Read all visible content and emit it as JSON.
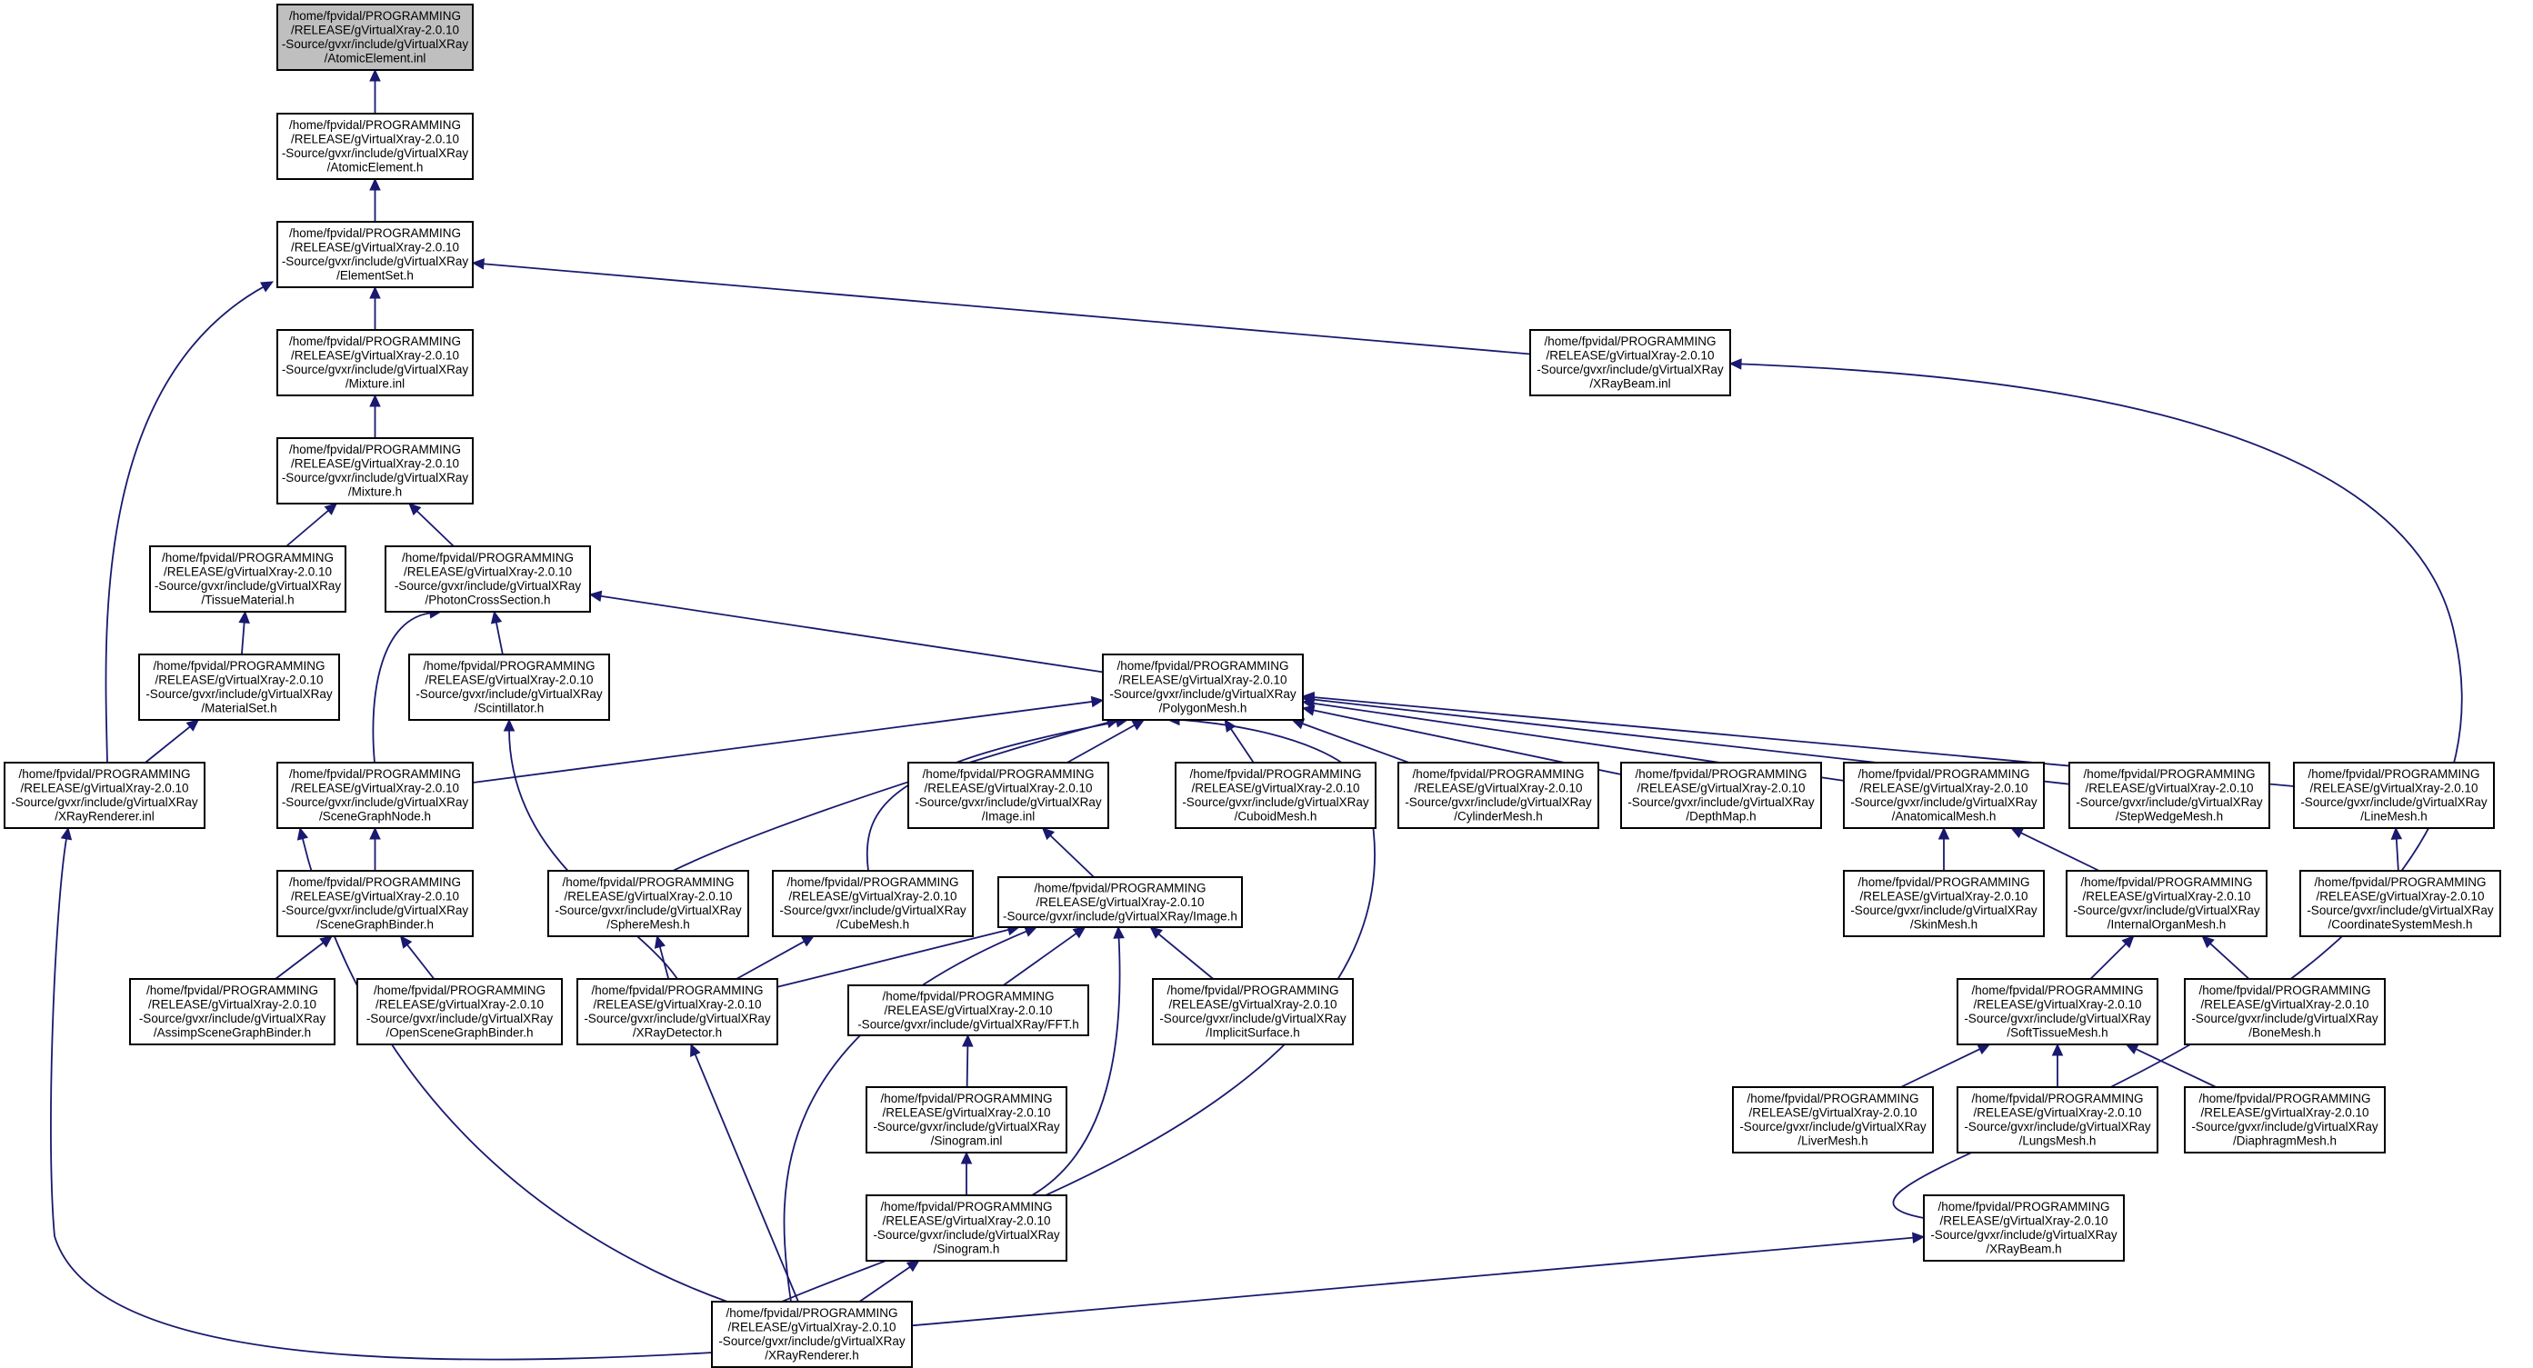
{
  "colors": {
    "edge": "#191970",
    "root_fill": "#bfbfbf",
    "node_fill": "#ffffff"
  },
  "nodes": [
    {
      "id": "atomicinl",
      "root": true,
      "lines": [
        "/home/fpvidal/PROGRAMMING",
        "/RELEASE/gVirtualXray-2.0.10",
        "-Source/gvxr/include/gVirtualXRay",
        "/AtomicElement.inl"
      ]
    },
    {
      "id": "atomich",
      "lines": [
        "/home/fpvidal/PROGRAMMING",
        "/RELEASE/gVirtualXray-2.0.10",
        "-Source/gvxr/include/gVirtualXRay",
        "/AtomicElement.h"
      ]
    },
    {
      "id": "elementset",
      "lines": [
        "/home/fpvidal/PROGRAMMING",
        "/RELEASE/gVirtualXray-2.0.10",
        "-Source/gvxr/include/gVirtualXRay",
        "/ElementSet.h"
      ]
    },
    {
      "id": "mixtureinl",
      "lines": [
        "/home/fpvidal/PROGRAMMING",
        "/RELEASE/gVirtualXray-2.0.10",
        "-Source/gvxr/include/gVirtualXRay",
        "/Mixture.inl"
      ]
    },
    {
      "id": "xraybeaminl",
      "lines": [
        "/home/fpvidal/PROGRAMMING",
        "/RELEASE/gVirtualXray-2.0.10",
        "-Source/gvxr/include/gVirtualXRay",
        "/XRayBeam.inl"
      ]
    },
    {
      "id": "mixtureh",
      "lines": [
        "/home/fpvidal/PROGRAMMING",
        "/RELEASE/gVirtualXray-2.0.10",
        "-Source/gvxr/include/gVirtualXRay",
        "/Mixture.h"
      ]
    },
    {
      "id": "tissuematerial",
      "lines": [
        "/home/fpvidal/PROGRAMMING",
        "/RELEASE/gVirtualXray-2.0.10",
        "-Source/gvxr/include/gVirtualXRay",
        "/TissueMaterial.h"
      ]
    },
    {
      "id": "photoncross",
      "lines": [
        "/home/fpvidal/PROGRAMMING",
        "/RELEASE/gVirtualXray-2.0.10",
        "-Source/gvxr/include/gVirtualXRay",
        "/PhotonCrossSection.h"
      ]
    },
    {
      "id": "materialset",
      "lines": [
        "/home/fpvidal/PROGRAMMING",
        "/RELEASE/gVirtualXray-2.0.10",
        "-Source/gvxr/include/gVirtualXRay",
        "/MaterialSet.h"
      ]
    },
    {
      "id": "scintillator",
      "lines": [
        "/home/fpvidal/PROGRAMMING",
        "/RELEASE/gVirtualXray-2.0.10",
        "-Source/gvxr/include/gVirtualXRay",
        "/Scintillator.h"
      ]
    },
    {
      "id": "polygonmesh",
      "lines": [
        "/home/fpvidal/PROGRAMMING",
        "/RELEASE/gVirtualXray-2.0.10",
        "-Source/gvxr/include/gVirtualXRay",
        "/PolygonMesh.h"
      ]
    },
    {
      "id": "xrayrendererinl",
      "lines": [
        "/home/fpvidal/PROGRAMMING",
        "/RELEASE/gVirtualXray-2.0.10",
        "-Source/gvxr/include/gVirtualXRay",
        "/XRayRenderer.inl"
      ]
    },
    {
      "id": "scenegraphnode",
      "lines": [
        "/home/fpvidal/PROGRAMMING",
        "/RELEASE/gVirtualXray-2.0.10",
        "-Source/gvxr/include/gVirtualXRay",
        "/SceneGraphNode.h"
      ]
    },
    {
      "id": "imageinl",
      "lines": [
        "/home/fpvidal/PROGRAMMING",
        "/RELEASE/gVirtualXray-2.0.10",
        "-Source/gvxr/include/gVirtualXRay",
        "/Image.inl"
      ]
    },
    {
      "id": "cuboidmesh",
      "lines": [
        "/home/fpvidal/PROGRAMMING",
        "/RELEASE/gVirtualXray-2.0.10",
        "-Source/gvxr/include/gVirtualXRay",
        "/CuboidMesh.h"
      ]
    },
    {
      "id": "cylindermesh",
      "lines": [
        "/home/fpvidal/PROGRAMMING",
        "/RELEASE/gVirtualXray-2.0.10",
        "-Source/gvxr/include/gVirtualXRay",
        "/CylinderMesh.h"
      ]
    },
    {
      "id": "depthmap",
      "lines": [
        "/home/fpvidal/PROGRAMMING",
        "/RELEASE/gVirtualXray-2.0.10",
        "-Source/gvxr/include/gVirtualXRay",
        "/DepthMap.h"
      ]
    },
    {
      "id": "anatomicalmesh",
      "lines": [
        "/home/fpvidal/PROGRAMMING",
        "/RELEASE/gVirtualXray-2.0.10",
        "-Source/gvxr/include/gVirtualXRay",
        "/AnatomicalMesh.h"
      ]
    },
    {
      "id": "stepwedgemesh",
      "lines": [
        "/home/fpvidal/PROGRAMMING",
        "/RELEASE/gVirtualXray-2.0.10",
        "-Source/gvxr/include/gVirtualXRay",
        "/StepWedgeMesh.h"
      ]
    },
    {
      "id": "linemesh",
      "lines": [
        "/home/fpvidal/PROGRAMMING",
        "/RELEASE/gVirtualXray-2.0.10",
        "-Source/gvxr/include/gVirtualXRay",
        "/LineMesh.h"
      ]
    },
    {
      "id": "scenegraphbinder",
      "lines": [
        "/home/fpvidal/PROGRAMMING",
        "/RELEASE/gVirtualXray-2.0.10",
        "-Source/gvxr/include/gVirtualXRay",
        "/SceneGraphBinder.h"
      ]
    },
    {
      "id": "spheremesh",
      "lines": [
        "/home/fpvidal/PROGRAMMING",
        "/RELEASE/gVirtualXray-2.0.10",
        "-Source/gvxr/include/gVirtualXRay",
        "/SphereMesh.h"
      ]
    },
    {
      "id": "cubemesh",
      "lines": [
        "/home/fpvidal/PROGRAMMING",
        "/RELEASE/gVirtualXray-2.0.10",
        "-Source/gvxr/include/gVirtualXRay",
        "/CubeMesh.h"
      ]
    },
    {
      "id": "imageh",
      "lines": [
        "/home/fpvidal/PROGRAMMING",
        "/RELEASE/gVirtualXray-2.0.10",
        "-Source/gvxr/include/gVirtualXRay/Image.h"
      ]
    },
    {
      "id": "skinmesh",
      "lines": [
        "/home/fpvidal/PROGRAMMING",
        "/RELEASE/gVirtualXray-2.0.10",
        "-Source/gvxr/include/gVirtualXRay",
        "/SkinMesh.h"
      ]
    },
    {
      "id": "internalorganmesh",
      "lines": [
        "/home/fpvidal/PROGRAMMING",
        "/RELEASE/gVirtualXray-2.0.10",
        "-Source/gvxr/include/gVirtualXRay",
        "/InternalOrganMesh.h"
      ]
    },
    {
      "id": "coordinatesystemmesh",
      "lines": [
        "/home/fpvidal/PROGRAMMING",
        "/RELEASE/gVirtualXray-2.0.10",
        "-Source/gvxr/include/gVirtualXRay",
        "/CoordinateSystemMesh.h"
      ]
    },
    {
      "id": "assimp",
      "lines": [
        "/home/fpvidal/PROGRAMMING",
        "/RELEASE/gVirtualXray-2.0.10",
        "-Source/gvxr/include/gVirtualXRay",
        "/AssimpSceneGraphBinder.h"
      ]
    },
    {
      "id": "openscenegraph",
      "lines": [
        "/home/fpvidal/PROGRAMMING",
        "/RELEASE/gVirtualXray-2.0.10",
        "-Source/gvxr/include/gVirtualXRay",
        "/OpenSceneGraphBinder.h"
      ]
    },
    {
      "id": "xraydetector",
      "lines": [
        "/home/fpvidal/PROGRAMMING",
        "/RELEASE/gVirtualXray-2.0.10",
        "-Source/gvxr/include/gVirtualXRay",
        "/XRayDetector.h"
      ]
    },
    {
      "id": "ffth",
      "lines": [
        "/home/fpvidal/PROGRAMMING",
        "/RELEASE/gVirtualXray-2.0.10",
        "-Source/gvxr/include/gVirtualXRay/FFT.h"
      ]
    },
    {
      "id": "implicitsurface",
      "lines": [
        "/home/fpvidal/PROGRAMMING",
        "/RELEASE/gVirtualXray-2.0.10",
        "-Source/gvxr/include/gVirtualXRay",
        "/ImplicitSurface.h"
      ]
    },
    {
      "id": "softtissuemesh",
      "lines": [
        "/home/fpvidal/PROGRAMMING",
        "/RELEASE/gVirtualXray-2.0.10",
        "-Source/gvxr/include/gVirtualXRay",
        "/SoftTissueMesh.h"
      ]
    },
    {
      "id": "bonemesh",
      "lines": [
        "/home/fpvidal/PROGRAMMING",
        "/RELEASE/gVirtualXray-2.0.10",
        "-Source/gvxr/include/gVirtualXRay",
        "/BoneMesh.h"
      ]
    },
    {
      "id": "sinograminl",
      "lines": [
        "/home/fpvidal/PROGRAMMING",
        "/RELEASE/gVirtualXray-2.0.10",
        "-Source/gvxr/include/gVirtualXRay",
        "/Sinogram.inl"
      ]
    },
    {
      "id": "livermesh",
      "lines": [
        "/home/fpvidal/PROGRAMMING",
        "/RELEASE/gVirtualXray-2.0.10",
        "-Source/gvxr/include/gVirtualXRay",
        "/LiverMesh.h"
      ]
    },
    {
      "id": "lungsmesh",
      "lines": [
        "/home/fpvidal/PROGRAMMING",
        "/RELEASE/gVirtualXray-2.0.10",
        "-Source/gvxr/include/gVirtualXRay",
        "/LungsMesh.h"
      ]
    },
    {
      "id": "diaphragmmesh",
      "lines": [
        "/home/fpvidal/PROGRAMMING",
        "/RELEASE/gVirtualXray-2.0.10",
        "-Source/gvxr/include/gVirtualXRay",
        "/DiaphragmMesh.h"
      ]
    },
    {
      "id": "sinogramh",
      "lines": [
        "/home/fpvidal/PROGRAMMING",
        "/RELEASE/gVirtualXray-2.0.10",
        "-Source/gvxr/include/gVirtualXRay",
        "/Sinogram.h"
      ]
    },
    {
      "id": "xraybeamh",
      "lines": [
        "/home/fpvidal/PROGRAMMING",
        "/RELEASE/gVirtualXray-2.0.10",
        "-Source/gvxr/include/gVirtualXRay",
        "/XRayBeam.h"
      ]
    },
    {
      "id": "xrayrendererh",
      "lines": [
        "/home/fpvidal/PROGRAMMING",
        "/RELEASE/gVirtualXray-2.0.10",
        "-Source/gvxr/include/gVirtualXRay",
        "/XRayRenderer.h"
      ]
    }
  ],
  "edges": [
    {
      "from": "atomich",
      "to": "atomicinl"
    },
    {
      "from": "elementset",
      "to": "atomich"
    },
    {
      "from": "mixtureinl",
      "to": "elementset"
    },
    {
      "from": "xraybeaminl",
      "to": "elementset"
    },
    {
      "from": "xrayrendererinl",
      "to": "elementset"
    },
    {
      "from": "mixtureh",
      "to": "mixtureinl"
    },
    {
      "from": "tissuematerial",
      "to": "mixtureh"
    },
    {
      "from": "photoncross",
      "to": "mixtureh"
    },
    {
      "from": "materialset",
      "to": "tissuematerial"
    },
    {
      "from": "xrayrendererinl",
      "to": "materialset"
    },
    {
      "from": "scintillator",
      "to": "photoncross"
    },
    {
      "from": "scenegraphnode",
      "to": "photoncross"
    },
    {
      "from": "polygonmesh",
      "to": "photoncross"
    },
    {
      "from": "scenegraphnode",
      "to": "polygonmesh"
    },
    {
      "from": "imageinl",
      "to": "polygonmesh"
    },
    {
      "from": "cuboidmesh",
      "to": "polygonmesh"
    },
    {
      "from": "cylindermesh",
      "to": "polygonmesh"
    },
    {
      "from": "depthmap",
      "to": "polygonmesh"
    },
    {
      "from": "anatomicalmesh",
      "to": "polygonmesh"
    },
    {
      "from": "stepwedgemesh",
      "to": "polygonmesh"
    },
    {
      "from": "linemesh",
      "to": "polygonmesh"
    },
    {
      "from": "spheremesh",
      "to": "polygonmesh"
    },
    {
      "from": "cubemesh",
      "to": "polygonmesh"
    },
    {
      "from": "xrayrendererh",
      "to": "polygonmesh"
    },
    {
      "from": "scenegraphbinder",
      "to": "scenegraphnode"
    },
    {
      "from": "assimp",
      "to": "scenegraphbinder"
    },
    {
      "from": "openscenegraph",
      "to": "scenegraphbinder"
    },
    {
      "from": "imageh",
      "to": "imageinl"
    },
    {
      "from": "xraydetector",
      "to": "scintillator"
    },
    {
      "from": "xraydetector",
      "to": "spheremesh"
    },
    {
      "from": "xraydetector",
      "to": "cubemesh"
    },
    {
      "from": "xraydetector",
      "to": "imageh"
    },
    {
      "from": "ffth",
      "to": "imageh"
    },
    {
      "from": "implicitsurface",
      "to": "imageh"
    },
    {
      "from": "sinogramh",
      "to": "imageh"
    },
    {
      "from": "xrayrendererh",
      "to": "imageh"
    },
    {
      "from": "skinmesh",
      "to": "anatomicalmesh"
    },
    {
      "from": "internalorganmesh",
      "to": "anatomicalmesh"
    },
    {
      "from": "coordinatesystemmesh",
      "to": "linemesh"
    },
    {
      "from": "softtissuemesh",
      "to": "internalorganmesh"
    },
    {
      "from": "bonemesh",
      "to": "internalorganmesh"
    },
    {
      "from": "livermesh",
      "to": "softtissuemesh"
    },
    {
      "from": "lungsmesh",
      "to": "softtissuemesh"
    },
    {
      "from": "diaphragmmesh",
      "to": "softtissuemesh"
    },
    {
      "from": "sinograminl",
      "to": "ffth"
    },
    {
      "from": "sinogramh",
      "to": "sinograminl"
    },
    {
      "from": "xrayrendererh",
      "to": "sinogramh"
    },
    {
      "from": "xrayrendererh",
      "to": "xraydetector"
    },
    {
      "from": "xrayrendererh",
      "to": "scenegraphnode"
    },
    {
      "from": "xrayrendererh",
      "to": "xrayrendererinl"
    },
    {
      "from": "xrayrendererh",
      "to": "xraybeamh"
    },
    {
      "from": "xraybeamh",
      "to": "xraybeaminl"
    }
  ]
}
